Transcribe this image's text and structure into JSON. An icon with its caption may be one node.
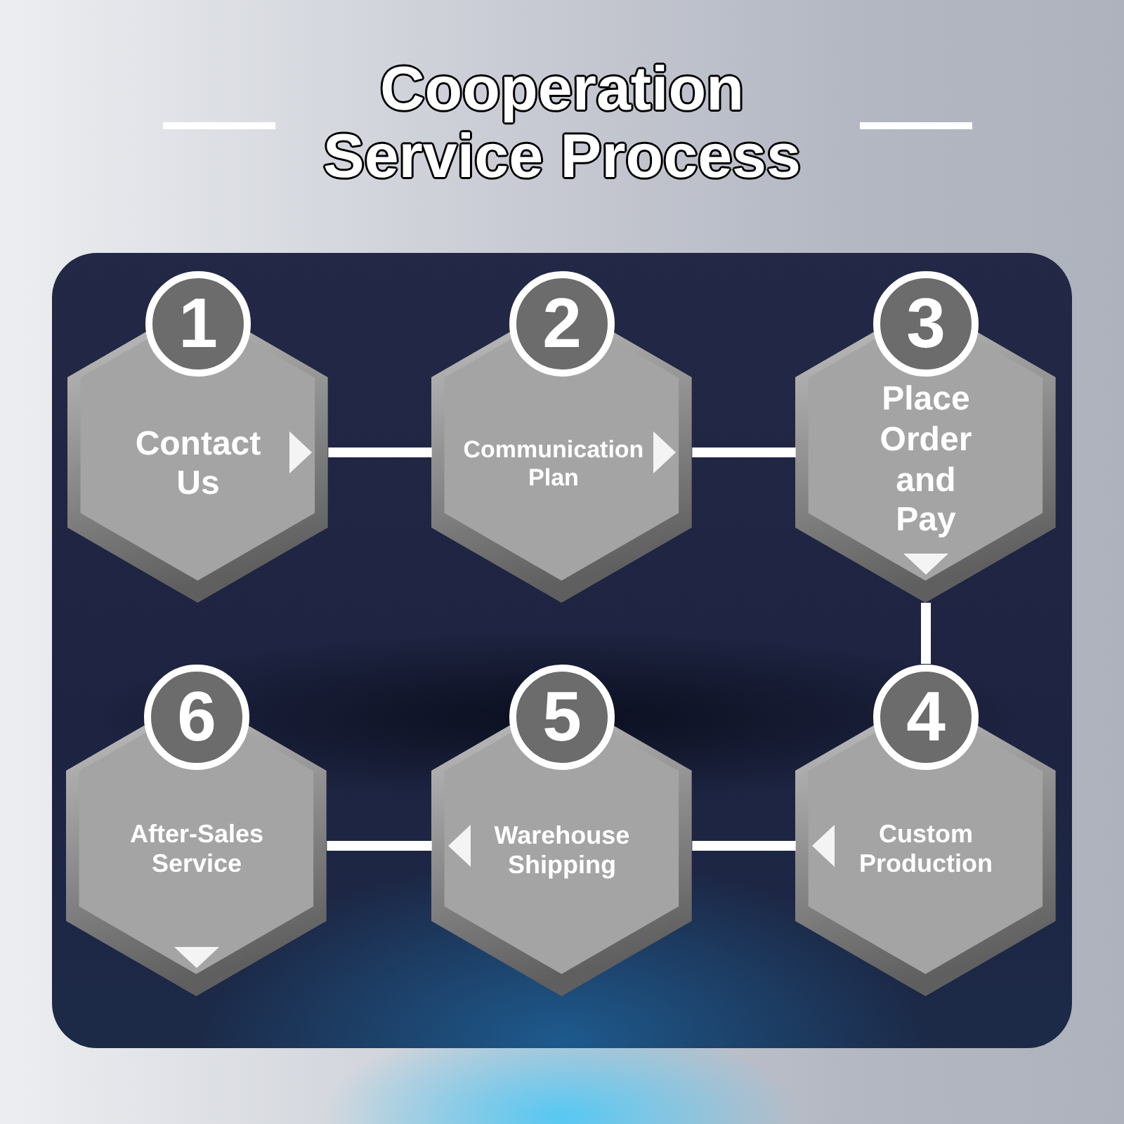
{
  "diagram": {
    "title": "Cooperation Service Process",
    "nodes": [
      {
        "text": [
          "1",
          "Contact Us"
        ]
      },
      {
        "text": [
          "2",
          "Communication Plan"
        ]
      },
      {
        "text": [
          "3",
          "Place Order and Pay"
        ]
      },
      {
        "text": [
          "4",
          "Custom Production"
        ]
      },
      {
        "text": [
          "5",
          "Warehouse Shipping"
        ]
      },
      {
        "text": [
          "6",
          "After-Sales Service"
        ]
      }
    ],
    "edges": [
      {
        "from": 0,
        "to": 1,
        "arrow": "none"
      },
      {
        "from": 1,
        "to": 2,
        "arrow": "none"
      },
      {
        "from": 2,
        "to": 3,
        "arrow": "none"
      },
      {
        "from": 3,
        "to": 4,
        "arrow": "none"
      },
      {
        "from": 4,
        "to": 5,
        "arrow": "none"
      }
    ]
  }
}
